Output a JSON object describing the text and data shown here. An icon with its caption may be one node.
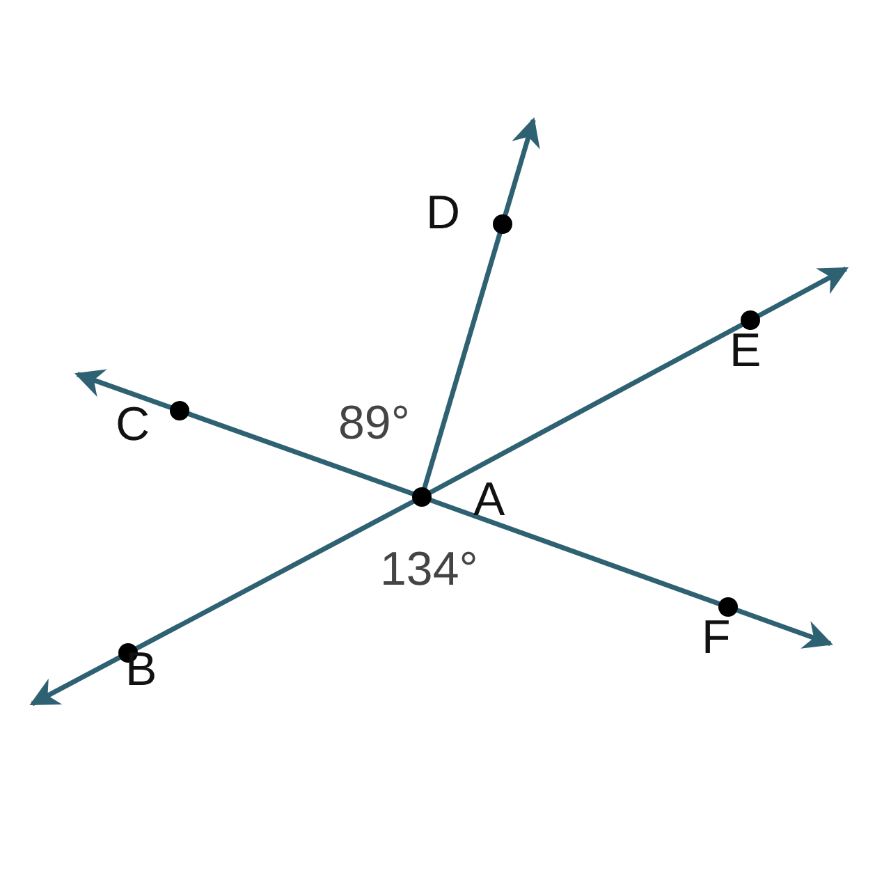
{
  "diagram": {
    "nodes": [
      {
        "text": [
          "D"
        ]
      },
      {
        "text": [
          "E"
        ]
      },
      {
        "text": [
          "C"
        ]
      },
      {
        "text": [
          "A"
        ]
      },
      {
        "text": [
          "F"
        ]
      },
      {
        "text": [
          "B"
        ]
      }
    ],
    "edges": [
      {
        "from": 3,
        "to": 0,
        "arrow": "to"
      },
      {
        "from": 3,
        "to": 1,
        "arrow": "to"
      },
      {
        "from": 3,
        "to": 2,
        "arrow": "to"
      },
      {
        "from": 3,
        "to": 4,
        "arrow": "to"
      },
      {
        "from": 3,
        "to": 5,
        "arrow": "to"
      }
    ],
    "labels": [
      "89°",
      "134°"
    ]
  }
}
